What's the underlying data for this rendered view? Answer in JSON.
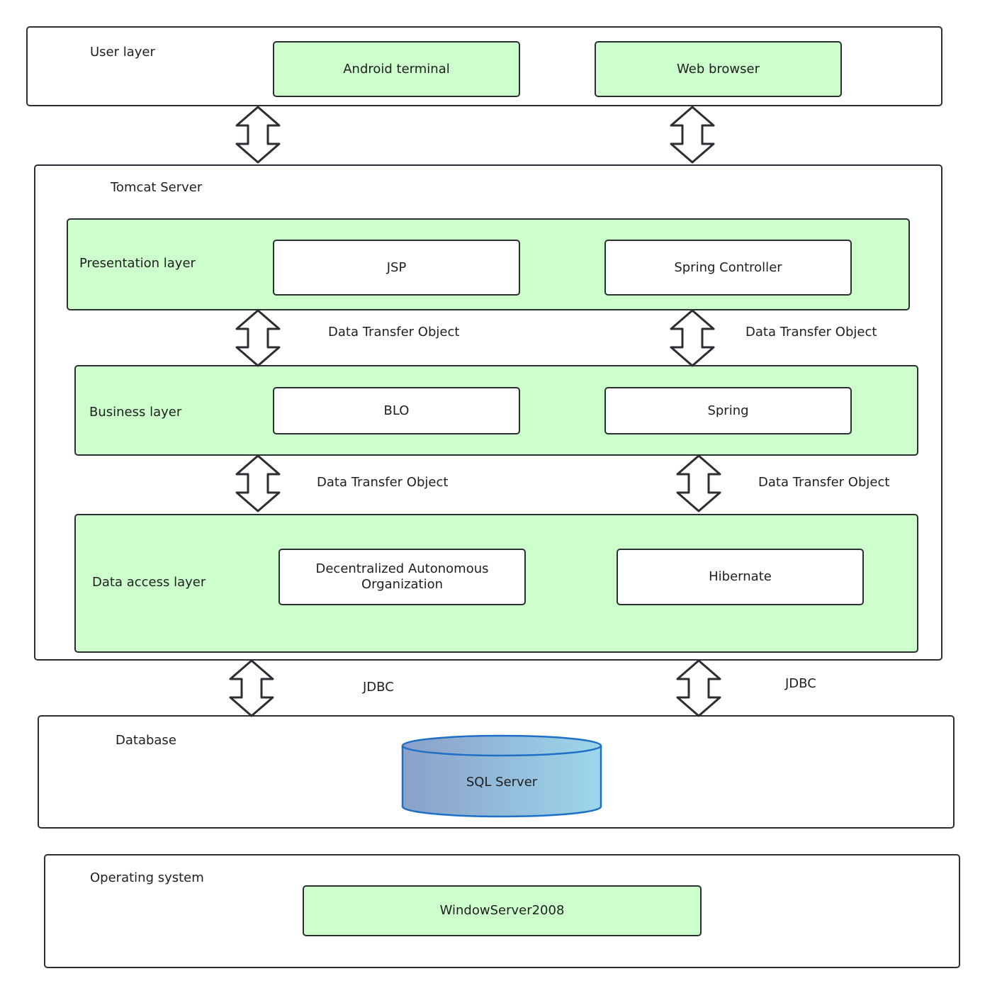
{
  "user_layer": {
    "title": "User layer",
    "items": [
      "Android terminal",
      "Web browser"
    ]
  },
  "tomcat": {
    "title": "Tomcat Server",
    "presentation": {
      "title": "Presentation layer",
      "items": [
        "JSP",
        "Spring Controller"
      ]
    },
    "business": {
      "title": "Business layer",
      "items": [
        "BLO",
        "Spring"
      ]
    },
    "data_access": {
      "title": "Data access layer",
      "items": [
        "Decentralized Autonomous Organization",
        "Hibernate"
      ]
    }
  },
  "dto_labels": [
    "Data Transfer Object",
    "Data Transfer Object",
    "Data Transfer Object",
    "Data Transfer Object"
  ],
  "jdbc_labels": [
    "JDBC",
    "JDBC"
  ],
  "database": {
    "title": "Database",
    "engine": "SQL Server"
  },
  "os": {
    "title": "Operating system",
    "item": "WindowServer2008"
  },
  "colors": {
    "layer_fill": "#ccffcc",
    "border": "#2b2f33",
    "cylinder_top": "#8aa0c8",
    "cylinder_bottom": "#9dd6ec",
    "cylinder_stroke": "#1f6fc6"
  },
  "icons": [
    "double-arrow-icon"
  ]
}
